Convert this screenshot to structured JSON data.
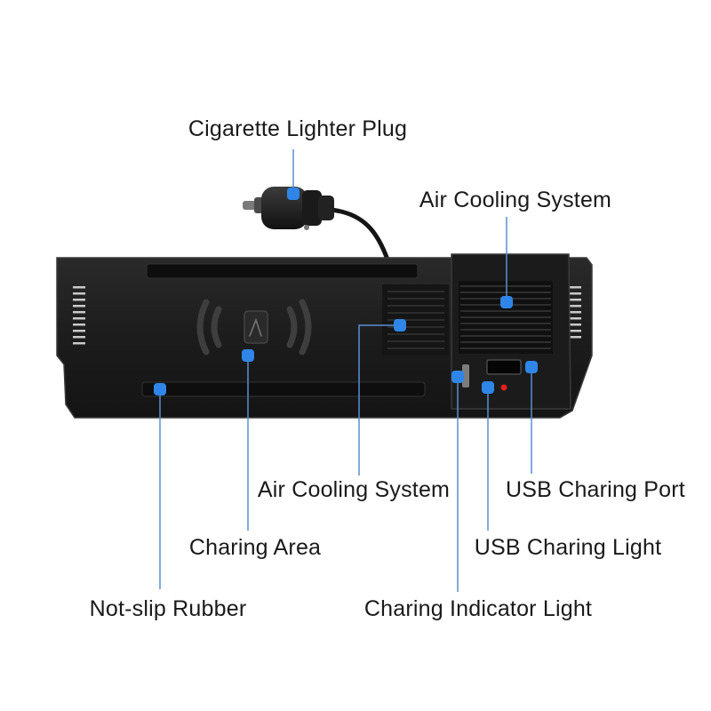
{
  "labels": {
    "lighter_plug": "Cigarette Lighter Plug",
    "air_cooling_top": "Air Cooling System",
    "air_cooling_bottom": "Air Cooling System",
    "usb_port": "USB Charing Port",
    "charging_area": "Charing Area",
    "usb_light": "USB Charing Light",
    "non_slip_rubber": "Not-slip Rubber",
    "indicator_light": "Charing Indicator Light"
  },
  "colors": {
    "device_body": "#1e1e1e",
    "device_edge": "#3a3a3a",
    "callout_dot": "#2f86e8",
    "callout_line": "#5a8fd0",
    "led_red": "#e02020"
  }
}
